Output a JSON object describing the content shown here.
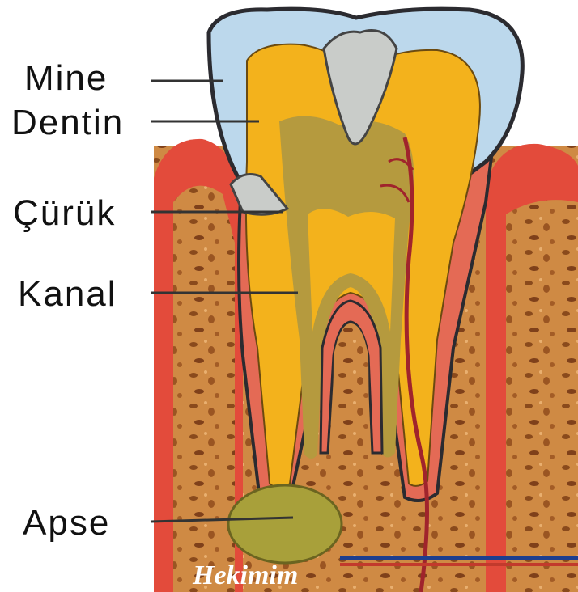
{
  "labels": {
    "enamel": "Mine",
    "dentin": "Dentin",
    "caries": "Çürük",
    "canal": "Kanal",
    "abscess": "Apse"
  },
  "watermark": "Hekimim",
  "colors": {
    "enamel": "#bcd8ec",
    "dentin": "#f3b21c",
    "pulp": "#b59a3e",
    "bone": "#c9823c",
    "gum": "#e8463a",
    "abscess": "#a8a03a"
  }
}
